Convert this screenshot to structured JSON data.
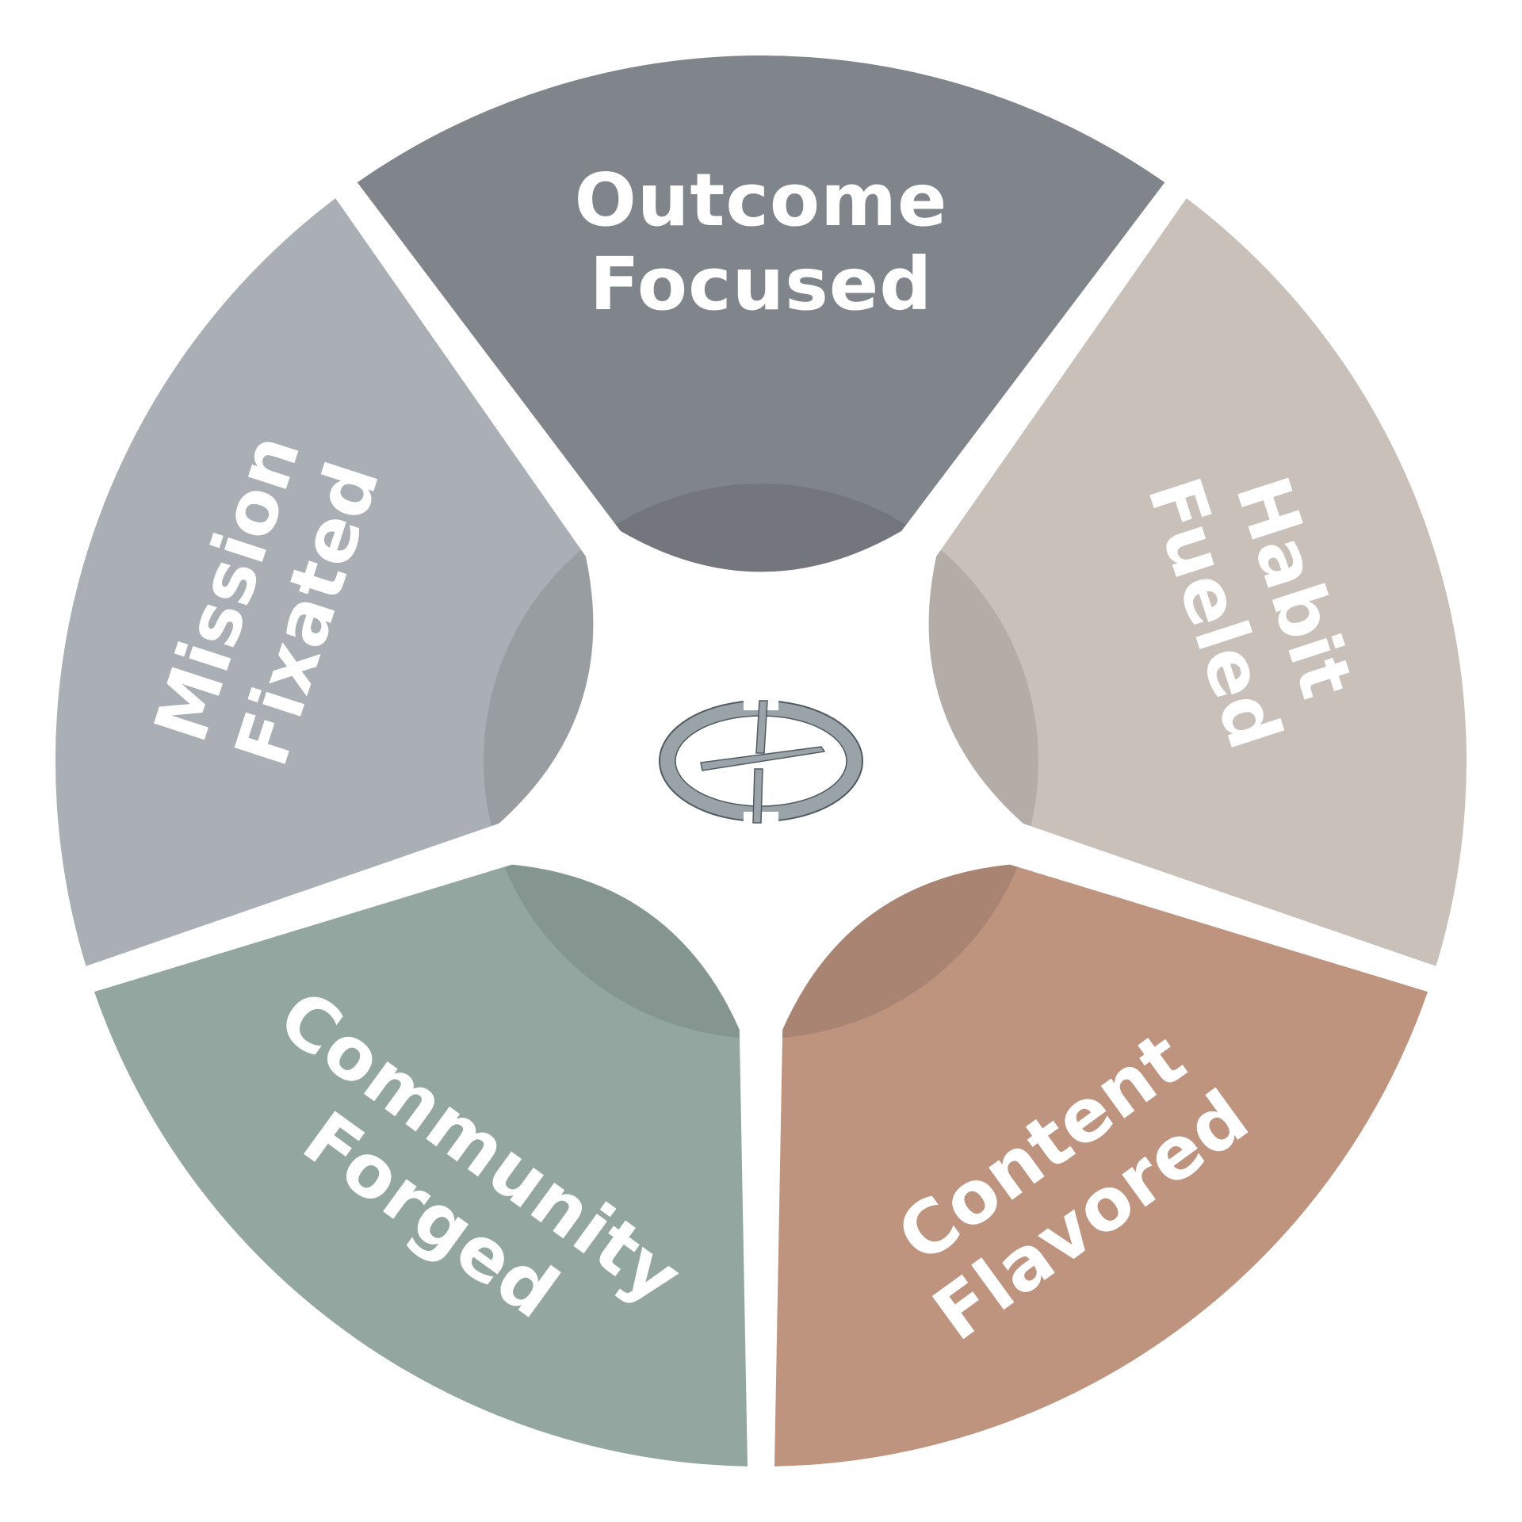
{
  "segments": [
    {
      "key": "outcome",
      "lines": [
        "Outcome",
        "Focused"
      ],
      "color": "#80858c"
    },
    {
      "key": "habit",
      "lines": [
        "Habit",
        "Fueled"
      ],
      "color": "#c9c0ba"
    },
    {
      "key": "content",
      "lines": [
        "Content",
        "Flavored"
      ],
      "color": "#be947f"
    },
    {
      "key": "community",
      "lines": [
        "Community",
        "Forged"
      ],
      "color": "#93a7a0"
    },
    {
      "key": "mission",
      "lines": [
        "Mission",
        "Fixated"
      ],
      "color": "#a9afb4"
    }
  ],
  "colors": {
    "background": "#ffffff",
    "inner_overlay": "#000000",
    "logo": "#9aa3a8",
    "logo_outline": "#4f5a63"
  },
  "logo": {
    "icon": "compass-cross-logo-icon"
  }
}
